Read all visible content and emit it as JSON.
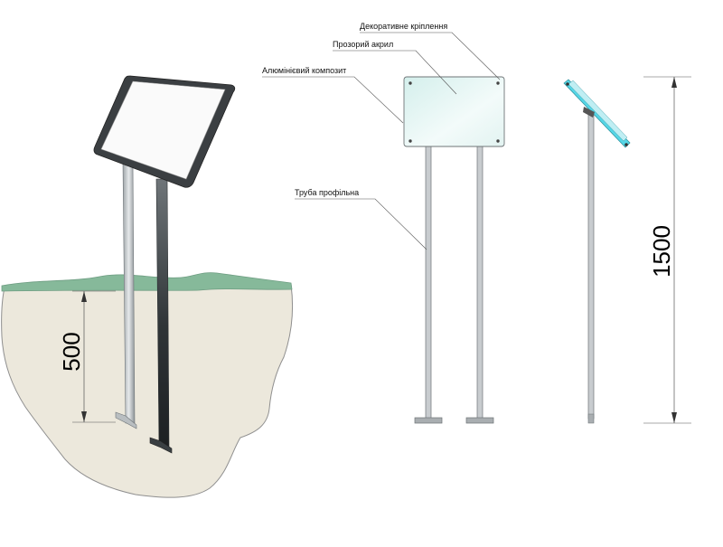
{
  "labels": {
    "decorative_mount": "Декоративне кріплення",
    "clear_acrylic": "Прозорий акрил",
    "aluminium_composite": "Алюмінієвий композит",
    "profile_pipe": "Труба профільна"
  },
  "dimensions": {
    "burial_depth": "500",
    "total_height": "1500"
  },
  "colors": {
    "soil": "#ece8dc",
    "grass": "#86b99a",
    "panel_face": "#e7f5f3",
    "post": "#c8cccf",
    "acrylic_edge": "#55d6e6"
  }
}
